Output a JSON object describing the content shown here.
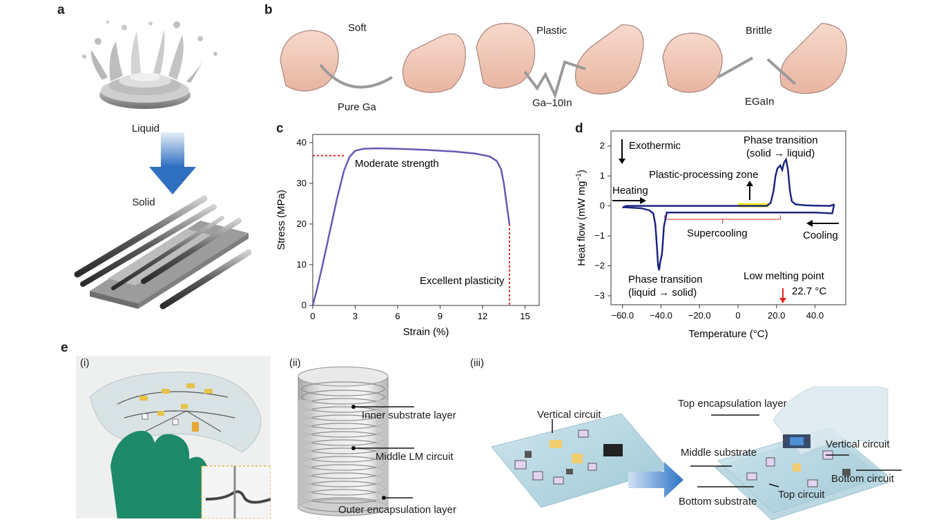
{
  "panels": {
    "a": "a",
    "b": "b",
    "c": "c",
    "d": "d",
    "e": "e"
  },
  "panel_a": {
    "liquid": "Liquid",
    "solid": "Solid"
  },
  "panel_b": {
    "soft": "Soft",
    "pure_ga": "Pure Ga",
    "plastic": "Plastic",
    "ga10in": "Ga–10In",
    "brittle": "Brittle",
    "egain": "EGaIn"
  },
  "chart_data": [
    {
      "type": "line",
      "panel": "c",
      "xlabel": "Strain (%)",
      "ylabel": "Stress (MPa)",
      "xlim": [
        0,
        16
      ],
      "ylim": [
        0,
        42
      ],
      "xticks": [
        0,
        3,
        6,
        9,
        12,
        15
      ],
      "yticks": [
        0,
        10,
        20,
        30,
        40
      ],
      "x": [
        0,
        0.3,
        0.7,
        1.2,
        1.7,
        2.2,
        2.6,
        3.0,
        3.6,
        4.5,
        6,
        8,
        10,
        11.5,
        12.5,
        13.0,
        13.3,
        13.5,
        13.7,
        13.9
      ],
      "y": [
        0,
        4,
        10,
        18,
        26,
        33,
        36.5,
        38.0,
        38.5,
        38.6,
        38.5,
        38.2,
        37.8,
        37.3,
        36.6,
        35.5,
        33.5,
        30,
        25,
        20
      ],
      "annotations": {
        "strength": "Moderate strength",
        "plasticity": "Excellent plasticity"
      },
      "strength_level": 36.8,
      "fracture_strain": 13.9,
      "line_color": "#6b55b5",
      "marker_color": "#e0261f"
    },
    {
      "type": "line",
      "panel": "d",
      "xlabel": "Temperature (°C)",
      "ylabel_main": "Heat flow (mW mg",
      "ylabel_sup": "−1",
      "ylabel_end": ")",
      "xlim": [
        -66,
        56
      ],
      "ylim": [
        -3.3,
        2.5
      ],
      "xticks": [
        -60,
        -40,
        -20,
        0,
        20,
        40
      ],
      "xtick_labels": [
        "−60.0",
        "−40.0",
        "−20.0",
        "0",
        "20.0",
        "40.0"
      ],
      "yticks": [
        2,
        1,
        0,
        -1,
        -2,
        -3
      ],
      "ytick_labels": [
        "2",
        "1",
        "0",
        "−1",
        "−2",
        "−3"
      ],
      "series": [
        {
          "name": "Heating",
          "x": [
            -60,
            -58,
            -20,
            0,
            15,
            17,
            18.5,
            19.5,
            20.5,
            22,
            23,
            24,
            25,
            26,
            27,
            28,
            30,
            35,
            40,
            48,
            50
          ],
          "y": [
            -0.05,
            0,
            0,
            0,
            0,
            0.1,
            0.5,
            1.0,
            1.25,
            1.35,
            1.2,
            1.45,
            1.55,
            1.2,
            0.5,
            0.15,
            0.05,
            0.02,
            0.01,
            0,
            0.05
          ]
        },
        {
          "name": "Cooling",
          "x": [
            50,
            49,
            40,
            20,
            0,
            -20,
            -37,
            -38.5,
            -39,
            -39.5,
            -40,
            -40.5,
            -41,
            -41.5,
            -42,
            -42.5,
            -43,
            -44,
            -46,
            -50,
            -58,
            -60
          ],
          "y": [
            0.05,
            -0.25,
            -0.22,
            -0.22,
            -0.22,
            -0.22,
            -0.22,
            -0.7,
            -1.2,
            -1.6,
            -1.75,
            -1.9,
            -2.15,
            -2.0,
            -1.5,
            -1.0,
            -0.6,
            -0.25,
            -0.15,
            -0.08,
            -0.05,
            -0.05
          ]
        }
      ],
      "annotations": {
        "exothermic": "Exothermic",
        "heating": "Heating",
        "cooling": "Cooling",
        "plastic_zone": "Plastic-processing zone",
        "supercooling": "Supercooling",
        "pt_melt_1": "Phase transition",
        "pt_melt_2": "(solid → liquid)",
        "pt_solid_1": "Phase transition",
        "pt_solid_2": "(liquid → solid)",
        "low_mp": "Low melting point",
        "mp_value": "22.7 °C"
      },
      "plastic_zone_range": [
        0,
        16
      ],
      "supercooling_range": [
        -38,
        22
      ],
      "melting_point": 22.7,
      "line_color": "#1b2580",
      "zone_color": "#f2ec1c",
      "marker_color": "#e0261f"
    }
  ],
  "panel_e": {
    "i": "(i)",
    "ii": "(ii)",
    "iii": "(iii)",
    "inner": "Inner substrate layer",
    "middle": "Middle LM circuit",
    "outer": "Outer encapsulation layer",
    "vertical_left": "Vertical circuit",
    "top_encap": "Top encapsulation layer",
    "middle_sub": "Middle substrate",
    "vertical_right": "Vertical circuit",
    "bottom_circuit": "Bottom circuit",
    "top_circuit": "Top circuit",
    "bottom_sub": "Bottom substrate"
  }
}
